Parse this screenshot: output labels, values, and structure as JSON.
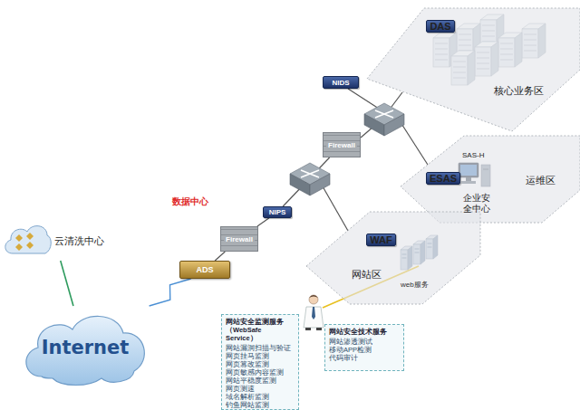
{
  "diagram": {
    "nodes": [
      {
        "text": [
          "核心业务区"
        ]
      },
      {
        "text": [
          "DAS"
        ],
        "in": 0
      },
      {
        "text": [
          "NIDS"
        ]
      },
      {
        "text": [
          "运维区"
        ]
      },
      {
        "text": [
          "ESAS"
        ],
        "in": 3
      },
      {
        "text": [
          "Firewall"
        ]
      },
      {
        "text": [
          "NIPS"
        ]
      },
      {
        "text": [
          "网站区"
        ]
      },
      {
        "text": [
          "WAF"
        ],
        "in": 7
      },
      {
        "text": [
          "云清洗中心"
        ]
      },
      {
        "text": [
          "Firewall"
        ]
      },
      {
        "text": [
          "ADS"
        ]
      },
      {
        "text": [
          "Internet"
        ]
      },
      {
        "text": [
          "网站安全监测服务 （WebSafe Service）",
          "网站漏洞扫描与验证",
          "网页挂马监测",
          "网页篡改监测",
          "网页敏感内容监测",
          "网站平稳度监测",
          "网页测速",
          "域名解析监测",
          "钓鱼网站监测"
        ]
      },
      {
        "text": [
          "网站安全技术服务",
          "网站渗透测试",
          "移动APP检测",
          "代码审计"
        ]
      }
    ],
    "edges": [
      {
        "from": 9,
        "to": 12,
        "arrow": "none"
      },
      {
        "from": 12,
        "to": 11,
        "arrow": "none"
      },
      {
        "from": 11,
        "to": 10,
        "arrow": "none"
      },
      {
        "from": 10,
        "to": 6,
        "arrow": "none"
      },
      {
        "from": 6,
        "to": 5,
        "arrow": "none"
      }
    ],
    "labels": [
      "数据中心",
      "SAS-H",
      "企业安全中心",
      "web服务"
    ]
  }
}
